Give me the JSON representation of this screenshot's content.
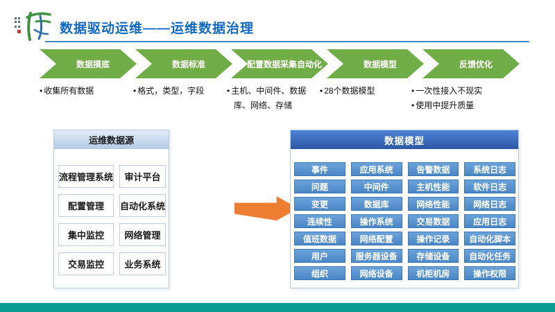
{
  "header": {
    "title": "数据驱动运维——运维数据治理"
  },
  "process": {
    "steps": [
      {
        "label": "数据摸底",
        "bullets": [
          "收集所有数据"
        ]
      },
      {
        "label": "数据标准",
        "bullets": [
          "格式，类型，字段"
        ]
      },
      {
        "label": "配置数据采集自动化",
        "bullets": [
          "主机、中间件、数据库、网络、存储"
        ]
      },
      {
        "label": "数据模型",
        "bullets": [
          "28个数据模型"
        ]
      },
      {
        "label": "反馈优化",
        "bullets": [
          "一次性接入不现实",
          "使用中提升质量"
        ]
      }
    ]
  },
  "source_panel": {
    "title": "运维数据源",
    "items": [
      "流程管理系统",
      "审计平台",
      "配置管理",
      "自动化系统",
      "集中监控",
      "网络管理",
      "交易监控",
      "业务系统"
    ]
  },
  "model_panel": {
    "title": "数据模型",
    "items": [
      "事件",
      "应用系统",
      "告警数据",
      "系统日志",
      "问题",
      "中间件",
      "主机性能",
      "软件日志",
      "变更",
      "数据库",
      "网络性能",
      "网络日志",
      "连续性",
      "操作系统",
      "交易数据",
      "应用日志",
      "值班数据",
      "网络配置",
      "操作记录",
      "自动化脚本",
      "用户",
      "服务器设备",
      "存储设备",
      "自动化任务",
      "组织",
      "网络设备",
      "机柜机房",
      "操作权限"
    ]
  },
  "colors": {
    "title_blue": "#1169c4",
    "chevron_green": "#70ad47",
    "arrow_orange": "#ed7d31",
    "panel_border_blue": "#b7cbe3",
    "model_header_blue": "#2c58a4",
    "model_button_blue": "#5b9bd5",
    "source_header_blue": "#b5cbe6",
    "footer_teal": "#0a9d95"
  }
}
